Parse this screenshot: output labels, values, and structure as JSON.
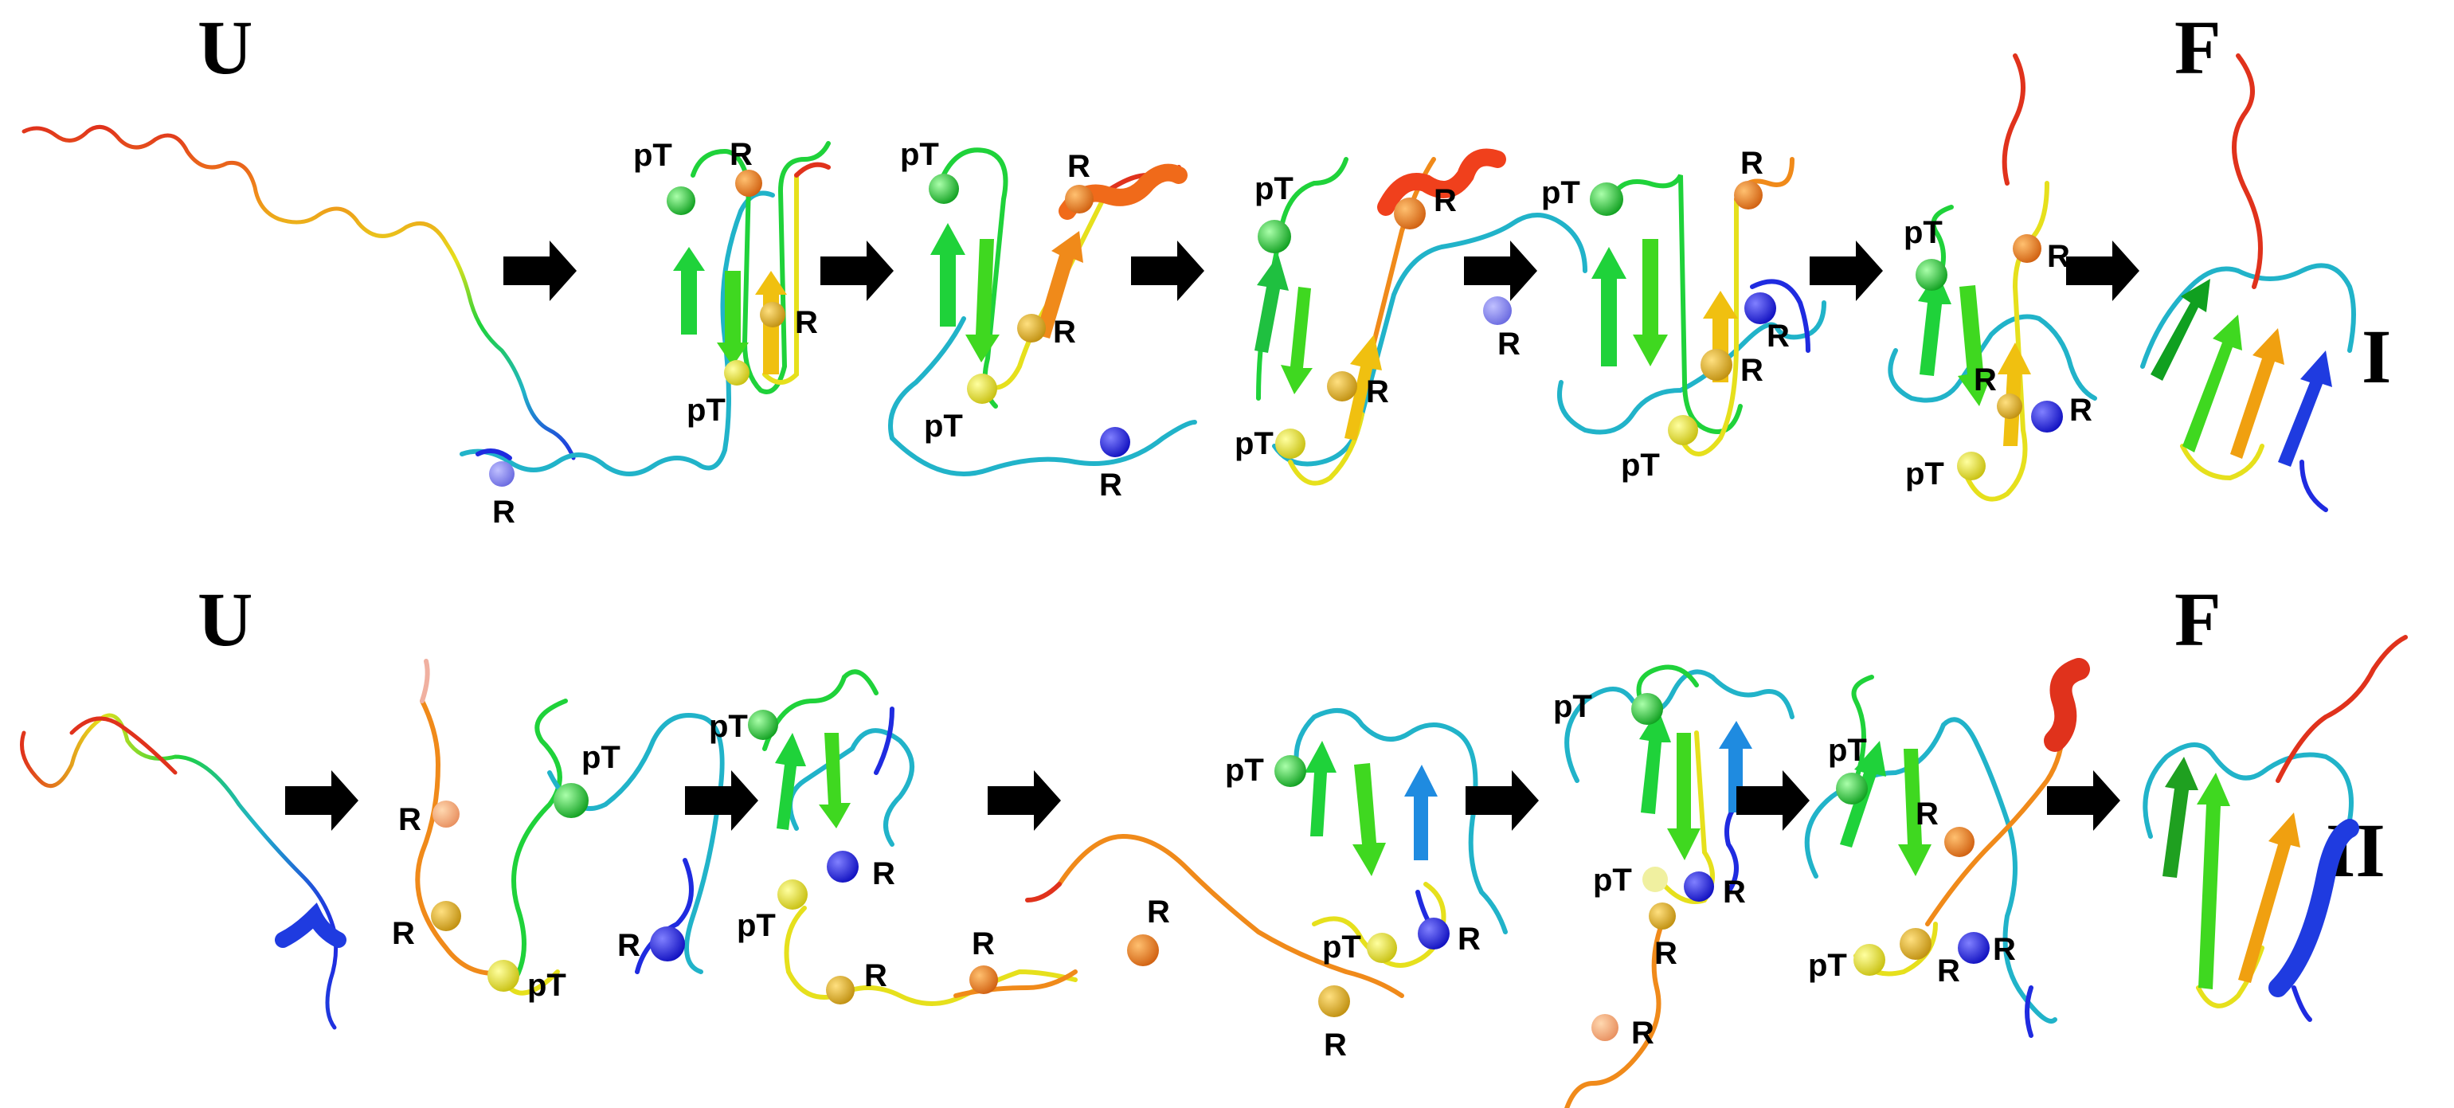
{
  "colors": {
    "blue": "#1f2be0",
    "cyan": "#21b3c9",
    "green": "#1fd23a",
    "yellow": "#e6e01c",
    "orange": "#f08a1a",
    "red": "#e0321c"
  },
  "rows": [
    {
      "pathway_label": "I",
      "start_label": "U",
      "end_label": "F"
    },
    {
      "pathway_label": "II",
      "start_label": "U",
      "end_label": "F"
    }
  ],
  "residue_labels": {
    "phospho_threonine": "pT",
    "arginine": "R"
  }
}
